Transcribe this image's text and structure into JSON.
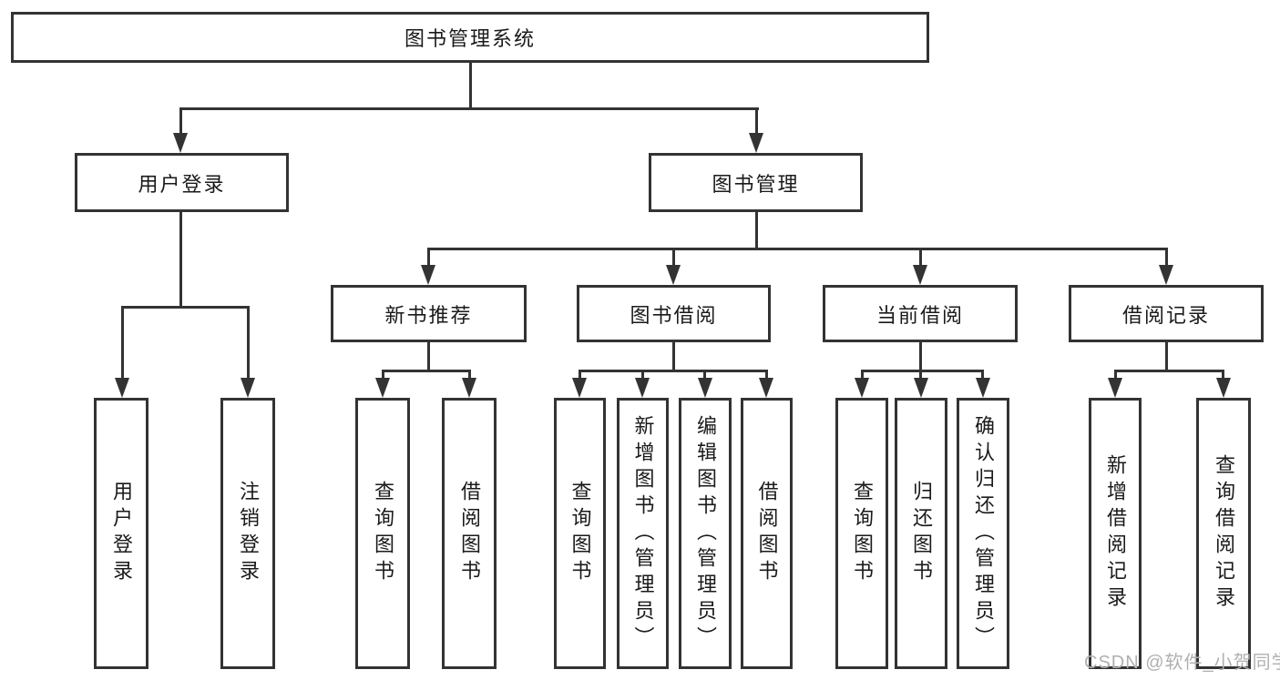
{
  "diagram": {
    "root_label": "图书管理系统",
    "level2": [
      {
        "label": "用户登录"
      },
      {
        "label": "图书管理"
      }
    ],
    "login_children": [
      {
        "label": "用户登录"
      },
      {
        "label": "注销登录"
      }
    ],
    "level3": [
      {
        "label": "新书推荐",
        "children": [
          {
            "label": "查询图书"
          },
          {
            "label": "借阅图书"
          }
        ]
      },
      {
        "label": "图书借阅",
        "children": [
          {
            "label": "查询图书"
          },
          {
            "label": "新增图书（管理员）"
          },
          {
            "label": "编辑图书（管理员）"
          },
          {
            "label": "借阅图书"
          }
        ]
      },
      {
        "label": "当前借阅",
        "children": [
          {
            "label": "查询图书"
          },
          {
            "label": "归还图书"
          },
          {
            "label": "确认归还（管理员）"
          }
        ]
      },
      {
        "label": "借阅记录",
        "children": [
          {
            "label": "新增借阅记录"
          },
          {
            "label": "查询借阅记录"
          }
        ]
      }
    ]
  },
  "watermark": {
    "text": "CSDN @软件_小贺同学"
  },
  "colors": {
    "line": "#333333",
    "text": "#1a1a1a",
    "watermark": "#b0b0b0",
    "background": "#ffffff"
  }
}
